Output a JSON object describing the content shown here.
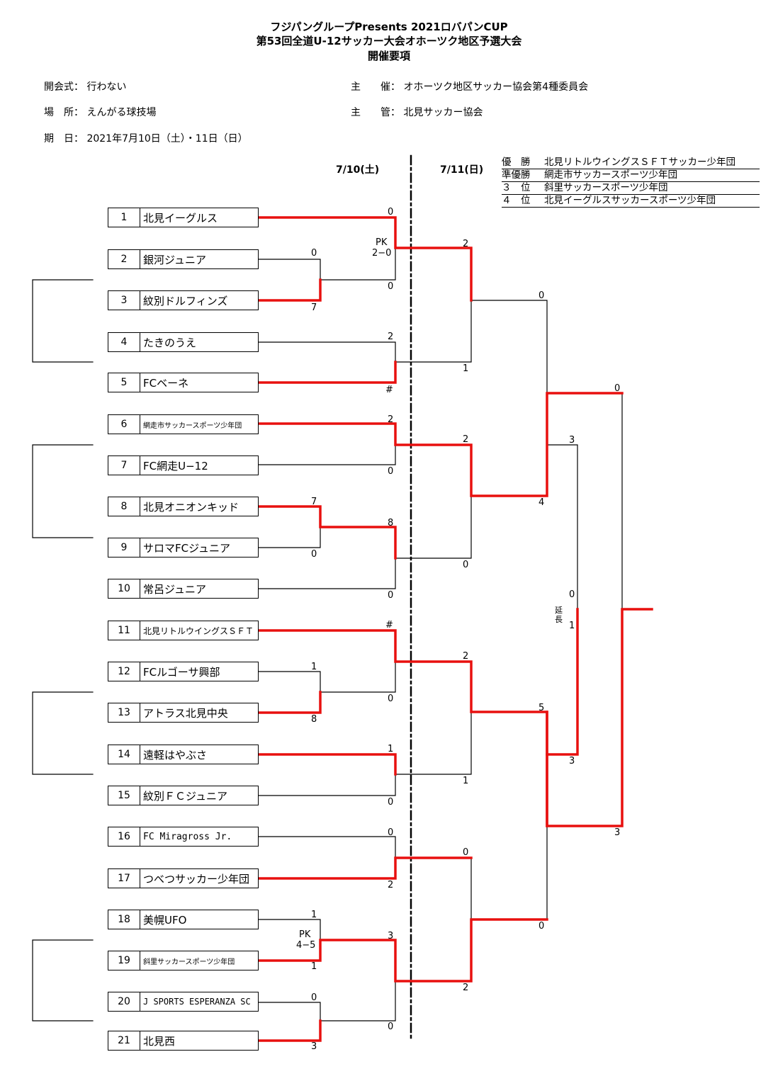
{
  "header": {
    "line1": "フジパングループPresents 2021ロバパンCUP",
    "line2": "第53回全道U-12サッカー大会オホーツク地区予選大会",
    "line3": "開催要項"
  },
  "info": {
    "opening_label": "開会式：",
    "opening_value": "行わない",
    "venue_label": "場　所：",
    "venue_value": "えんがる球技場",
    "date_label": "期　日：",
    "date_value": "2021年7月10日（土）・11日（日）",
    "host_label": "主　　催：",
    "host_value": "オホーツク地区サッカー協会第4種委員会",
    "manage_label": "主　　管：",
    "manage_value": "北見サッカー協会"
  },
  "dates": {
    "day1": "7/10(土)",
    "day2": "7/11(日)"
  },
  "results": [
    {
      "rank": "優　勝",
      "team": "北見リトルウイングスＳＦＴサッカー少年団"
    },
    {
      "rank": "準優勝",
      "team": "網走市サッカースポーツ少年団"
    },
    {
      "rank": "３　位",
      "team": "斜里サッカースポーツ少年団"
    },
    {
      "rank": "４　位",
      "team": "北見イーグルスサッカースポーツ少年団"
    }
  ],
  "teams": [
    {
      "num": "1",
      "name": "北見イーグルス"
    },
    {
      "num": "2",
      "name": "銀河ジュニア"
    },
    {
      "num": "3",
      "name": "紋別ドルフィンズ"
    },
    {
      "num": "4",
      "name": "たきのうえ"
    },
    {
      "num": "5",
      "name": "FCベーネ"
    },
    {
      "num": "6",
      "name": "網走市サッカースポーツ少年団"
    },
    {
      "num": "7",
      "name": "FC網走U−12"
    },
    {
      "num": "8",
      "name": "北見オニオンキッド"
    },
    {
      "num": "9",
      "name": "サロマFCジュニア"
    },
    {
      "num": "10",
      "name": "常呂ジュニア"
    },
    {
      "num": "11",
      "name": "北見リトルウイングスＳＦＴ"
    },
    {
      "num": "12",
      "name": "FCルゴーサ興部"
    },
    {
      "num": "13",
      "name": "アトラス北見中央"
    },
    {
      "num": "14",
      "name": "遠軽はやぶさ"
    },
    {
      "num": "15",
      "name": "紋別ＦＣジュニア"
    },
    {
      "num": "16",
      "name": "FC Miragross Jr."
    },
    {
      "num": "17",
      "name": "つべつサッカー少年団"
    },
    {
      "num": "18",
      "name": "美幌UFO"
    },
    {
      "num": "19",
      "name": "斜里サッカースポーツ少年団"
    },
    {
      "num": "20",
      "name": "J SPORTS ESPERANZA SC"
    },
    {
      "num": "21",
      "name": "北見西"
    }
  ],
  "scores": {
    "s1": "0",
    "s2": "0",
    "s3": "7",
    "s4": "0",
    "s5": "2",
    "s6": "#",
    "s7": "2",
    "s8": "0",
    "s9": "7",
    "s10": "0",
    "s11": "8",
    "s12": "0",
    "s13": "#",
    "s14": "1",
    "s15": "8",
    "s16": "0",
    "s17": "1",
    "s18": "0",
    "s19": "0",
    "s20": "2",
    "s21": "1",
    "s22": "1",
    "s23": "0",
    "s24": "3",
    "s25": "3",
    "s26": "1",
    "s27": "2",
    "s28": "0",
    "s29": "2",
    "s30": "0",
    "s31": "2",
    "s32": "1",
    "s33": "0",
    "s34": "2",
    "s35": "0",
    "s36": "3",
    "s37": "4",
    "s38": "5",
    "s39": "0",
    "s40": "0",
    "s41": "1",
    "s42": "3",
    "s43": "0",
    "s44": "3",
    "pk1a": "PK",
    "pk1b": "2−0",
    "pk2a": "PK",
    "pk2b": "4−5",
    "ext": "延長"
  }
}
